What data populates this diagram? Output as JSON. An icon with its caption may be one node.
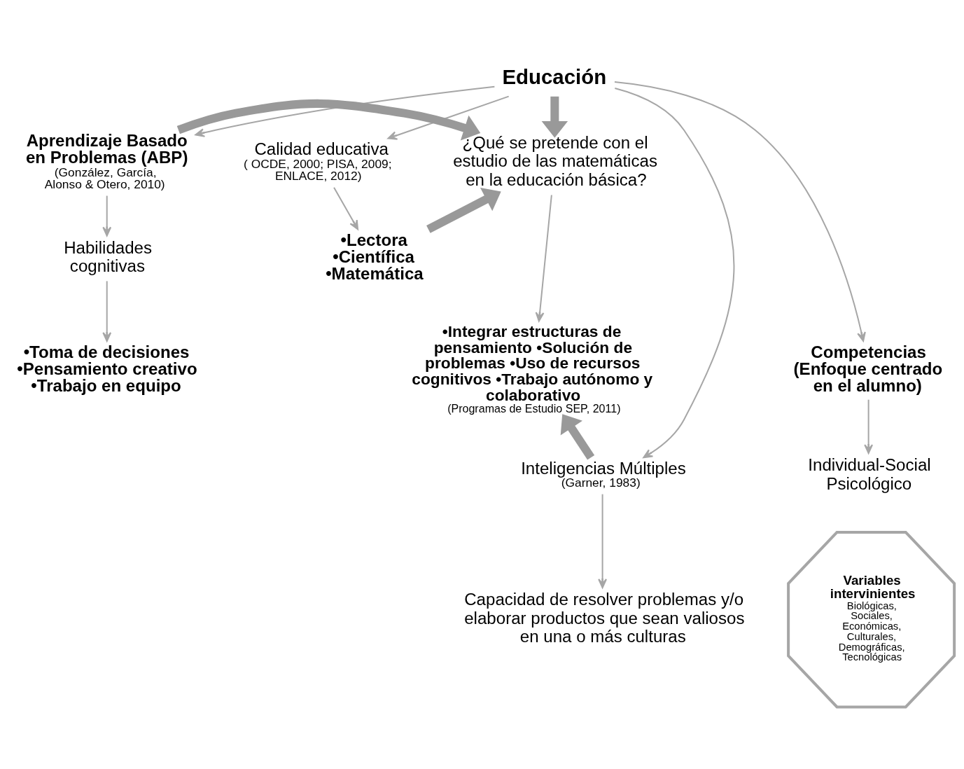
{
  "diagram": {
    "nodes": [
      {
        "text": [
          "Educación"
        ]
      },
      {
        "text": [
          "Calidad educativa",
          "( OCDE, 2000; PISA, 2009; ENLACE, 2012)"
        ]
      },
      {
        "text": [
          "•Lectora •Científica •Matemática"
        ]
      },
      {
        "text": [
          "¿Qué se pretende con el estudio de las matemáticas en la educación básica?"
        ]
      },
      {
        "text": [
          "•Integrar estructuras de pensamiento •Solución de problemas •Uso de recursos cognitivos •Trabajo autónomo y colaborativo",
          "(Programas de Estudio SEP, 2011)"
        ]
      },
      {
        "text": [
          "Aprendizaje Basado en Problemas (ABP)",
          "(González, García, Alonso & Otero, 2010)"
        ]
      },
      {
        "text": [
          "Habilidades cognitivas"
        ]
      },
      {
        "text": [
          "•Toma de decisiones •Pensamiento creativo •Trabajo en equipo"
        ]
      },
      {
        "text": [
          "Competencias (Enfoque centrado en el alumno)"
        ]
      },
      {
        "text": [
          "Individual-Social Psicológico"
        ]
      },
      {
        "text": [
          "Inteligencias Múltiples",
          "(Garner, 1983)"
        ]
      },
      {
        "text": [
          "Capacidad de resolver problemas y/o elaborar productos que sean valiosos en una o más culturas"
        ]
      },
      {
        "text": [
          "Variables intervinientes",
          "Biológicas, Sociales, Económicas, Culturales, Demográficas, Tecnológicas"
        ]
      }
    ],
    "edges": [
      {
        "from": 0,
        "to": 1,
        "arrow": "to"
      },
      {
        "from": 0,
        "to": 8,
        "arrow": "to"
      },
      {
        "from": 0,
        "to": 3,
        "arrow": "to",
        "style": "thick"
      },
      {
        "from": 0,
        "to": 5,
        "arrow": "to"
      },
      {
        "from": 0,
        "to": 10,
        "arrow": "to"
      },
      {
        "from": 1,
        "to": 2,
        "arrow": "to"
      },
      {
        "from": 2,
        "to": 3,
        "arrow": "to",
        "style": "thick"
      },
      {
        "from": 5,
        "to": 3,
        "arrow": "to",
        "style": "thick"
      },
      {
        "from": 3,
        "to": 4,
        "arrow": "to"
      },
      {
        "from": 5,
        "to": 6,
        "arrow": "to"
      },
      {
        "from": 6,
        "to": 7,
        "arrow": "to"
      },
      {
        "from": 8,
        "to": 9,
        "arrow": "to"
      },
      {
        "from": 10,
        "to": 4,
        "arrow": "to",
        "style": "thick"
      },
      {
        "from": 10,
        "to": 11,
        "arrow": "to"
      }
    ]
  }
}
